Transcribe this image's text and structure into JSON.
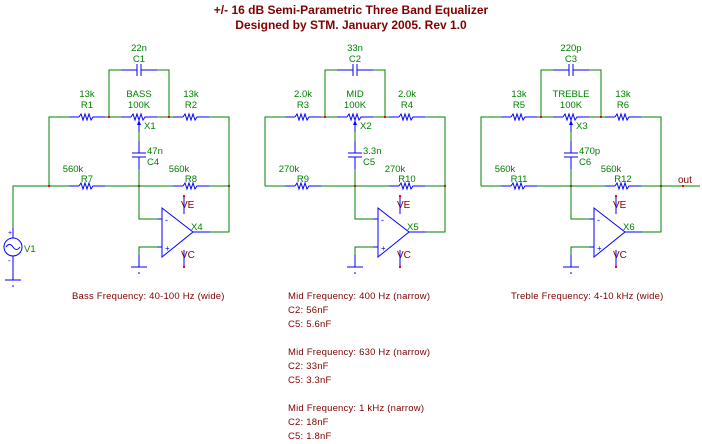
{
  "title": {
    "line1": "+/- 16 dB Semi-Parametric Three Band Equalizer",
    "line2": "Designed by STM.  January 2005.  Rev 1.0"
  },
  "colors": {
    "wire": "#008000",
    "component": "#0000ff",
    "junction": "#ff0000",
    "text_label": "#008000",
    "text_note": "#800000"
  },
  "source": {
    "ref": "V1"
  },
  "output_label": "out",
  "power_labels": {
    "positive": "VE",
    "negative": "VC"
  },
  "bands": [
    {
      "id": "bass",
      "pot": {
        "name": "BASS",
        "value": "100K",
        "ref": "X1"
      },
      "bridge_cap": {
        "ref": "C1",
        "value": "22n"
      },
      "wiper_cap": {
        "ref": "C4",
        "value": "47n"
      },
      "r_left": {
        "ref": "R1",
        "value": "13k"
      },
      "r_right": {
        "ref": "R2",
        "value": "13k"
      },
      "r_in": {
        "ref": "R7",
        "value": "560k"
      },
      "r_fb": {
        "ref": "R8",
        "value": "560k"
      },
      "opamp": "X4",
      "note": [
        "Bass Frequency: 40-100 Hz (wide)"
      ]
    },
    {
      "id": "mid",
      "pot": {
        "name": "MID",
        "value": "100K",
        "ref": "X2"
      },
      "bridge_cap": {
        "ref": "C2",
        "value": "33n"
      },
      "wiper_cap": {
        "ref": "C5",
        "value": "3.3n"
      },
      "r_left": {
        "ref": "R3",
        "value": "2.0k"
      },
      "r_right": {
        "ref": "R4",
        "value": "2.0k"
      },
      "r_in": {
        "ref": "R9",
        "value": "270k"
      },
      "r_fb": {
        "ref": "R10",
        "value": "270k"
      },
      "opamp": "X5",
      "note": [
        "Mid Frequency: 400 Hz (narrow)",
        "C2: 56nF",
        "C5: 5.6nF",
        "",
        "Mid Frequency: 630 Hz (narrow)",
        "C2: 33nF",
        "C5: 3.3nF",
        "",
        "Mid Frequency: 1 kHz (narrow)",
        "C2: 18nF",
        "C5: 1.8nF"
      ]
    },
    {
      "id": "treble",
      "pot": {
        "name": "TREBLE",
        "value": "100K",
        "ref": "X3"
      },
      "bridge_cap": {
        "ref": "C3",
        "value": "220p"
      },
      "wiper_cap": {
        "ref": "C6",
        "value": "470p"
      },
      "r_left": {
        "ref": "R5",
        "value": "13k"
      },
      "r_right": {
        "ref": "R6",
        "value": "13k"
      },
      "r_in": {
        "ref": "R11",
        "value": "560k"
      },
      "r_fb": {
        "ref": "R12",
        "value": "560k"
      },
      "opamp": "X6",
      "note": [
        "Treble Frequency: 4-10 kHz (wide)"
      ]
    }
  ]
}
